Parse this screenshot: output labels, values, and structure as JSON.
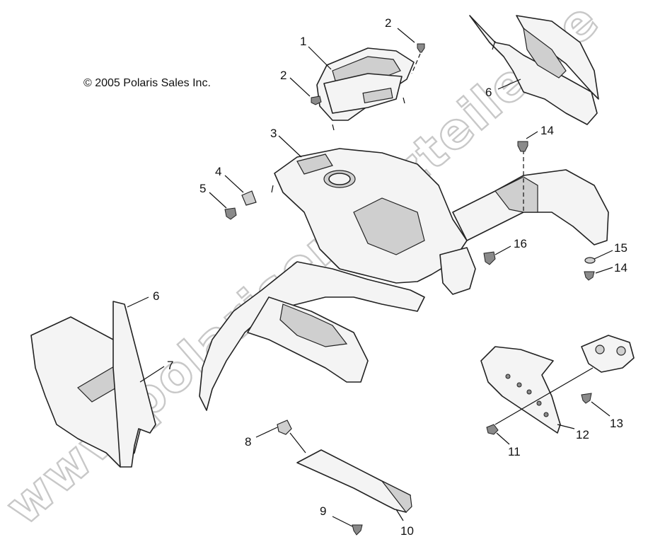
{
  "copyright": "© 2005 Polaris Sales Inc.",
  "watermark": "www.polarisersatzteile.de",
  "callouts": {
    "c1": "1",
    "c2a": "2",
    "c2b": "2",
    "c3": "3",
    "c4": "4",
    "c5": "5",
    "c6a": "6",
    "c6b": "6",
    "c7": "7",
    "c8": "8",
    "c9": "9",
    "c10": "10",
    "c11": "11",
    "c12": "12",
    "c13": "13",
    "c14a": "14",
    "c14b": "14",
    "c15": "15",
    "c16": "16"
  },
  "colors": {
    "line": "#222222",
    "fill": "#f4f4f4",
    "shade": "#cfcfcf",
    "watermark": "#c8c8c8"
  }
}
